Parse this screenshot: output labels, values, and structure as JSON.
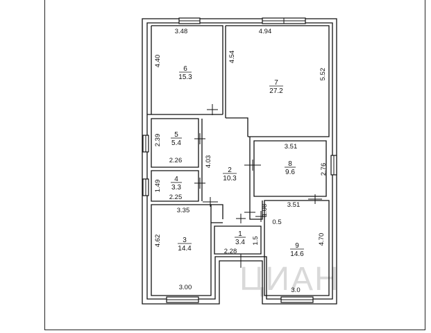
{
  "watermark": "ЦИАН",
  "rooms": [
    {
      "number": "1",
      "area": "3.4"
    },
    {
      "number": "2",
      "area": "10.3"
    },
    {
      "number": "3",
      "area": "14.4"
    },
    {
      "number": "4",
      "area": "3.3"
    },
    {
      "number": "5",
      "area": "5.4"
    },
    {
      "number": "6",
      "area": "15.3"
    },
    {
      "number": "7",
      "area": "27.2"
    },
    {
      "number": "8",
      "area": "9.6"
    },
    {
      "number": "9",
      "area": "14.6"
    }
  ],
  "dimensions": {
    "room6_width": "3.48",
    "room6_height": "4.40",
    "room7_width": "4.94",
    "room7_height_left": "4.54",
    "room7_height_right": "5.52",
    "room5_height": "2.39",
    "room5_width": "2.26",
    "room2_height": "4.03",
    "room4_height": "1.49",
    "room4_width": "2.25",
    "room8_width_top": "3.51",
    "room8_height": "2.76",
    "room8_width_bottom": "3.51",
    "passage_height": "1.08",
    "passage_offset": "0.5",
    "room3_width_top": "3.35",
    "room3_height": "4.62",
    "room3_width_bottom": "3.00",
    "room1_height": "1.5",
    "room1_width": "2.28",
    "room9_height": "4.70",
    "room9_width": "3.0"
  }
}
